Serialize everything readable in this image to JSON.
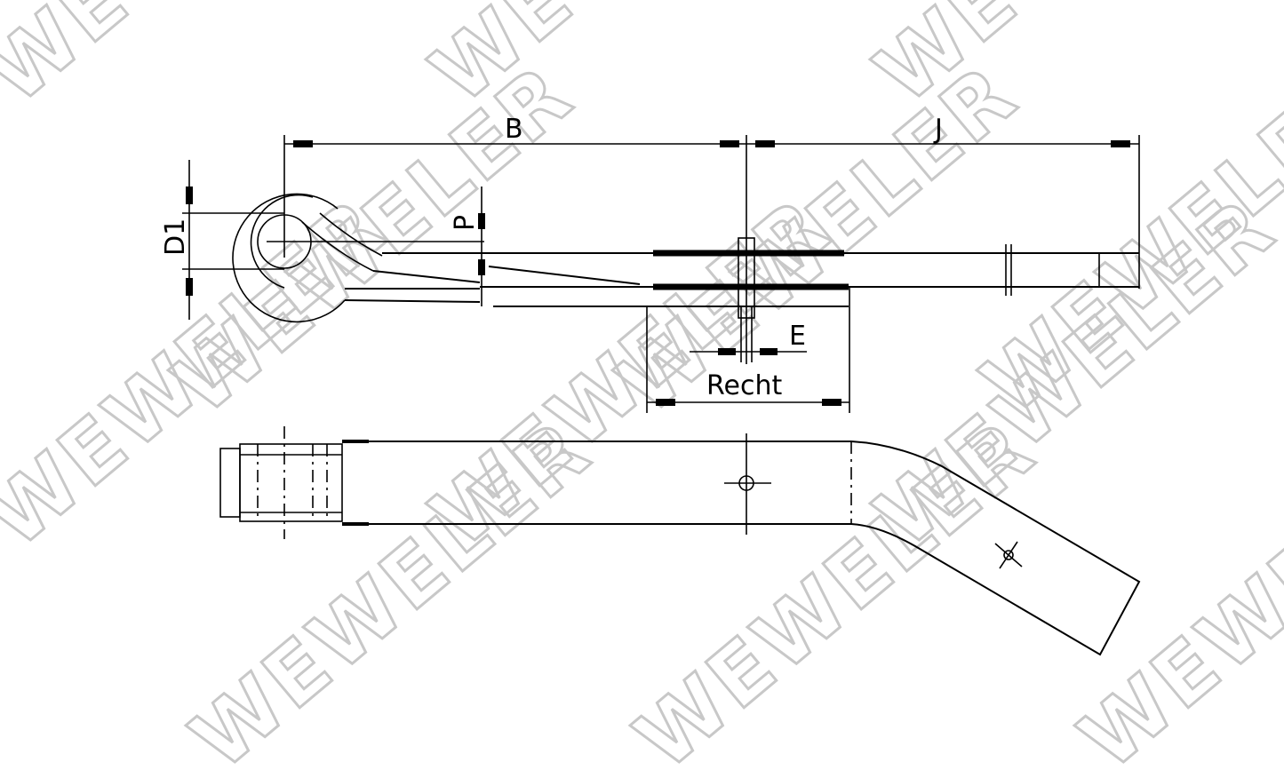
{
  "drawing": {
    "subject": "leaf spring technical drawing",
    "watermark": "WEWELER",
    "dimensions": {
      "B": "B",
      "J": "J",
      "D1": "D1",
      "P": "P",
      "E": "E",
      "Recht": "Recht"
    },
    "views": [
      "side-view",
      "top-view"
    ],
    "colors": {
      "line": "#000000",
      "watermark": "#c8c8c8",
      "background": "#ffffff"
    }
  }
}
